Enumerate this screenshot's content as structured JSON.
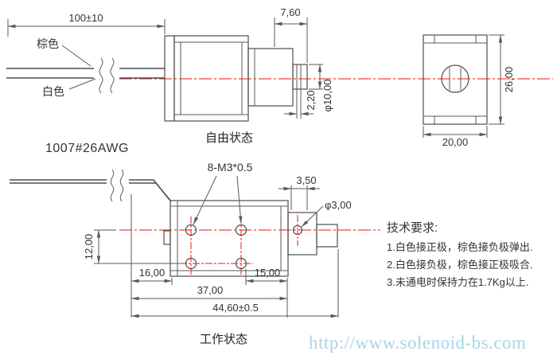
{
  "colors": {
    "background": "#ffffff",
    "line": "#4d4d4d",
    "dim": "#5a5a5a",
    "centerline": "#ee1414",
    "text": "#333333",
    "caption": "#222222",
    "watermark": "#a9d4e8"
  },
  "free_state": {
    "dim_length": "100±10",
    "wire_brown_label": "棕色",
    "wire_white_label": "白色",
    "dim_stroke": "7,60",
    "dim_groove": "2,20",
    "dim_plunger_dia": "φ10,00",
    "caption": "自由状态"
  },
  "end_view": {
    "dim_height": "26,00",
    "dim_width": "20,00"
  },
  "working_state": {
    "wire_spec": "1007#26AWG",
    "holes_label": "8-M3*0.5",
    "dim_gap": "3,50",
    "dim_hole_dia": "φ3,00",
    "dim_hole_spacing_v": "12,00",
    "dim_16": "16,00",
    "dim_15": "15,00",
    "dim_37": "37,00",
    "dim_total": "44,60±0.5",
    "caption": "工作状态"
  },
  "tech_requirements": {
    "title": "技术要求:",
    "items": [
      "1.白色接正极，棕色接负极弹出.",
      "2.白色接负极，棕色接正极吸合.",
      "3.未通电时保持力在1.7Kg以上."
    ]
  },
  "watermark": "http://www.solenoid-bs.com"
}
